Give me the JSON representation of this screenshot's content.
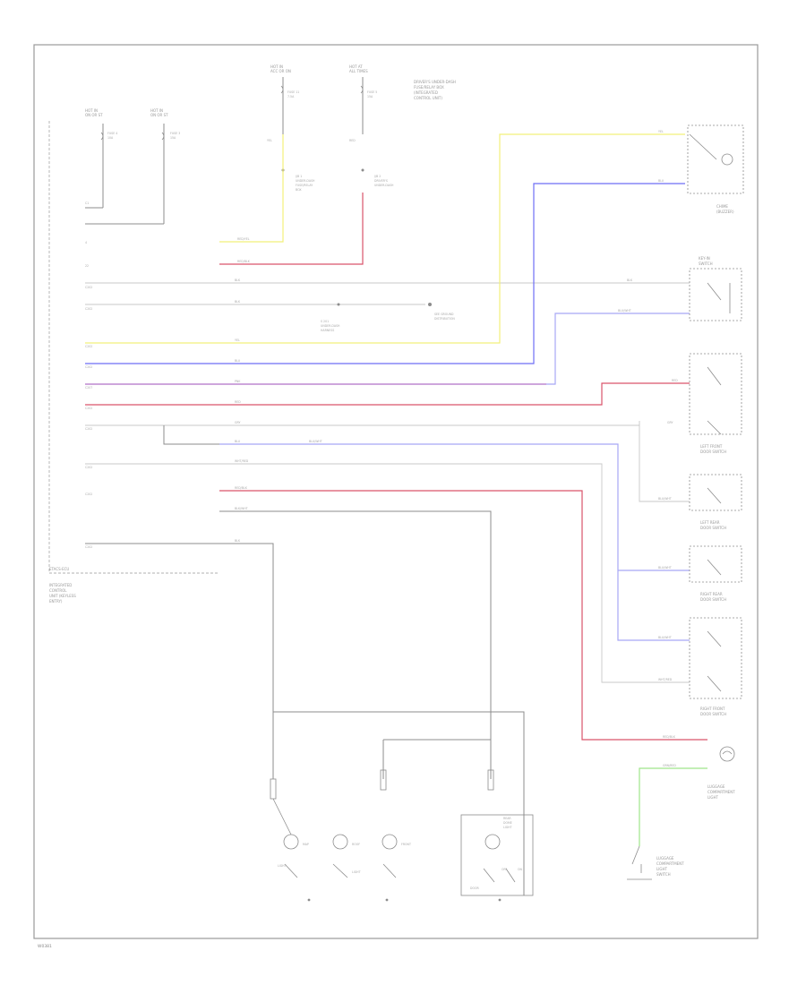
{
  "colors": {
    "yellow": "#f2f07a",
    "blue": "#6e6ef5",
    "red": "#d9536b",
    "green": "#9fe58a",
    "violet": "#b98fd6",
    "lightblue": "#a8a8f5",
    "gray": "#8c8c8c",
    "border": "#9a9a9a"
  },
  "footer": {
    "ref": "W0381"
  },
  "fuses": {
    "f1": {
      "top": "HOT IN",
      "sub": "ON OR ST",
      "name": "FUSE 4",
      "rating": "10A"
    },
    "f2": {
      "top": "HOT IN",
      "sub": "ON OR ST",
      "name": "FUSE 3",
      "rating": "15A"
    },
    "f3": {
      "top": "HOT IN",
      "sub": "ACC OR ON",
      "name": "FUSE 11",
      "rating": "7.5A"
    },
    "f4": {
      "top": "HOT AT",
      "sub": "ALL TIMES",
      "name": "FUSE 5",
      "rating": "15A"
    }
  },
  "notes": {
    "top_right": [
      "DRIVER'S UNDER-DASH",
      "FUSE/RELAY BOX",
      "(INTEGRATED",
      "CONTROL UNIT)"
    ],
    "jb1": [
      "J/B 1",
      "UNDER-DASH",
      "FUSE/RELAY",
      "BOX"
    ],
    "jb2": [
      "J/B 2",
      "DRIVER'S",
      "UNDER-DASH"
    ],
    "ground": [
      "SEE GROUND",
      "DISTRIBUTION"
    ],
    "splice": [
      "S 201",
      "UNDER-DASH",
      "HARNESS"
    ]
  },
  "unit": {
    "name": [
      "INTEGRATED",
      "CONTROL",
      "UNIT (KEYLESS",
      "ENTRY)"
    ],
    "code": "ETACS-ECU"
  },
  "components": {
    "chime": {
      "label": [
        "CHIME",
        "(BUZZER)"
      ]
    },
    "key_switch": {
      "label": [
        "KEY-IN",
        "SWITCH"
      ]
    },
    "ldoor": {
      "label": [
        "LEFT FRONT",
        "DOOR SWITCH"
      ]
    },
    "lrdoor": {
      "label": [
        "LEFT REAR",
        "DOOR SWITCH"
      ]
    },
    "rrdoor": {
      "label": [
        "RIGHT REAR",
        "DOOR SWITCH"
      ]
    },
    "rfdoor": {
      "label": [
        "RIGHT FRONT",
        "DOOR SWITCH"
      ]
    },
    "trunk_light": {
      "label": [
        "LUGGAGE",
        "COMPARTMENT",
        "LIGHT"
      ]
    },
    "trunk_switch": {
      "label": [
        "LUGGAGE",
        "COMPARTMENT",
        "LIGHT",
        "SWITCH"
      ]
    },
    "lamp1": {
      "label": [
        "MAP",
        "LIGHT"
      ]
    },
    "lamp2": {
      "label": [
        "ROOF",
        "LIGHT"
      ]
    },
    "lamp3": {
      "label": [
        "FRONT",
        "LIGHT"
      ]
    },
    "lamp4": {
      "label": [
        "REAR",
        "DOME",
        "LIGHT"
      ]
    },
    "lamp4_switch": {
      "on": "ON",
      "off": "OFF",
      "door": "DOOR"
    }
  },
  "wires": {
    "yel": "YEL",
    "blu": "BLU",
    "red": "RED",
    "pnk": "PNK",
    "gry": "GRY",
    "grn": "GRN",
    "blk": "BLK",
    "wht": "WHT",
    "blu_wht": "BLU/WHT",
    "wht_red": "WHT/RED",
    "red_blk": "RED/BLK",
    "red_yel": "RED/YEL",
    "blk_wht": "BLK/WHT",
    "grn_red": "GRN/RED",
    "blu_red": "BLU/RED"
  }
}
